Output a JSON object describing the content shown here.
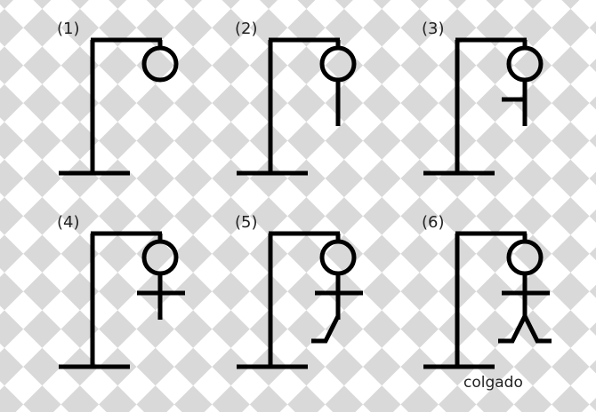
{
  "panels": [
    {
      "label": "(1)",
      "stage": 1,
      "parts": [
        "head"
      ]
    },
    {
      "label": "(2)",
      "stage": 2,
      "parts": [
        "head",
        "body"
      ]
    },
    {
      "label": "(3)",
      "stage": 3,
      "parts": [
        "head",
        "body",
        "left-arm"
      ]
    },
    {
      "label": "(4)",
      "stage": 4,
      "parts": [
        "head",
        "body",
        "left-arm",
        "right-arm"
      ]
    },
    {
      "label": "(5)",
      "stage": 5,
      "parts": [
        "head",
        "body",
        "left-arm",
        "right-arm",
        "left-leg"
      ]
    },
    {
      "label": "(6)",
      "stage": 6,
      "parts": [
        "head",
        "body",
        "left-arm",
        "right-arm",
        "left-leg",
        "right-leg"
      ]
    }
  ],
  "caption": "colgado",
  "colors": {
    "checker_light": "#ffffff",
    "checker_dark": "#d9d9d9",
    "stroke": "#000000",
    "text": "#222222"
  }
}
